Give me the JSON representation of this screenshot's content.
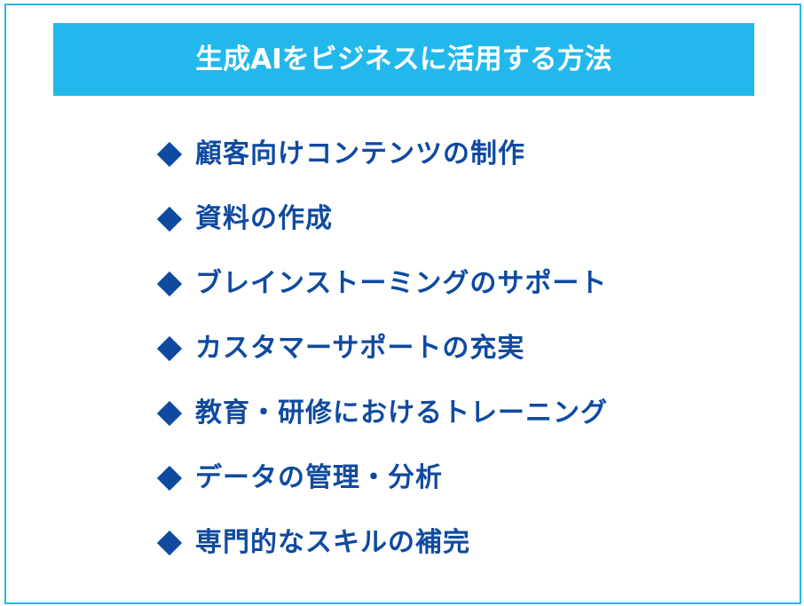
{
  "colors": {
    "accent": "#22b8ec",
    "text_primary": "#0f4aa0",
    "background": "#ffffff",
    "banner_text": "#ffffff"
  },
  "banner": {
    "title": "生成AIをビジネスに活用する方法"
  },
  "list": {
    "bullet_icon": "diamond-icon",
    "items": [
      {
        "label": "顧客向けコンテンツの制作"
      },
      {
        "label": "資料の作成"
      },
      {
        "label": "ブレインストーミングのサポート"
      },
      {
        "label": "カスタマーサポートの充実"
      },
      {
        "label": "教育・研修におけるトレーニング"
      },
      {
        "label": "データの管理・分析"
      },
      {
        "label": "専門的なスキルの補完"
      }
    ]
  }
}
